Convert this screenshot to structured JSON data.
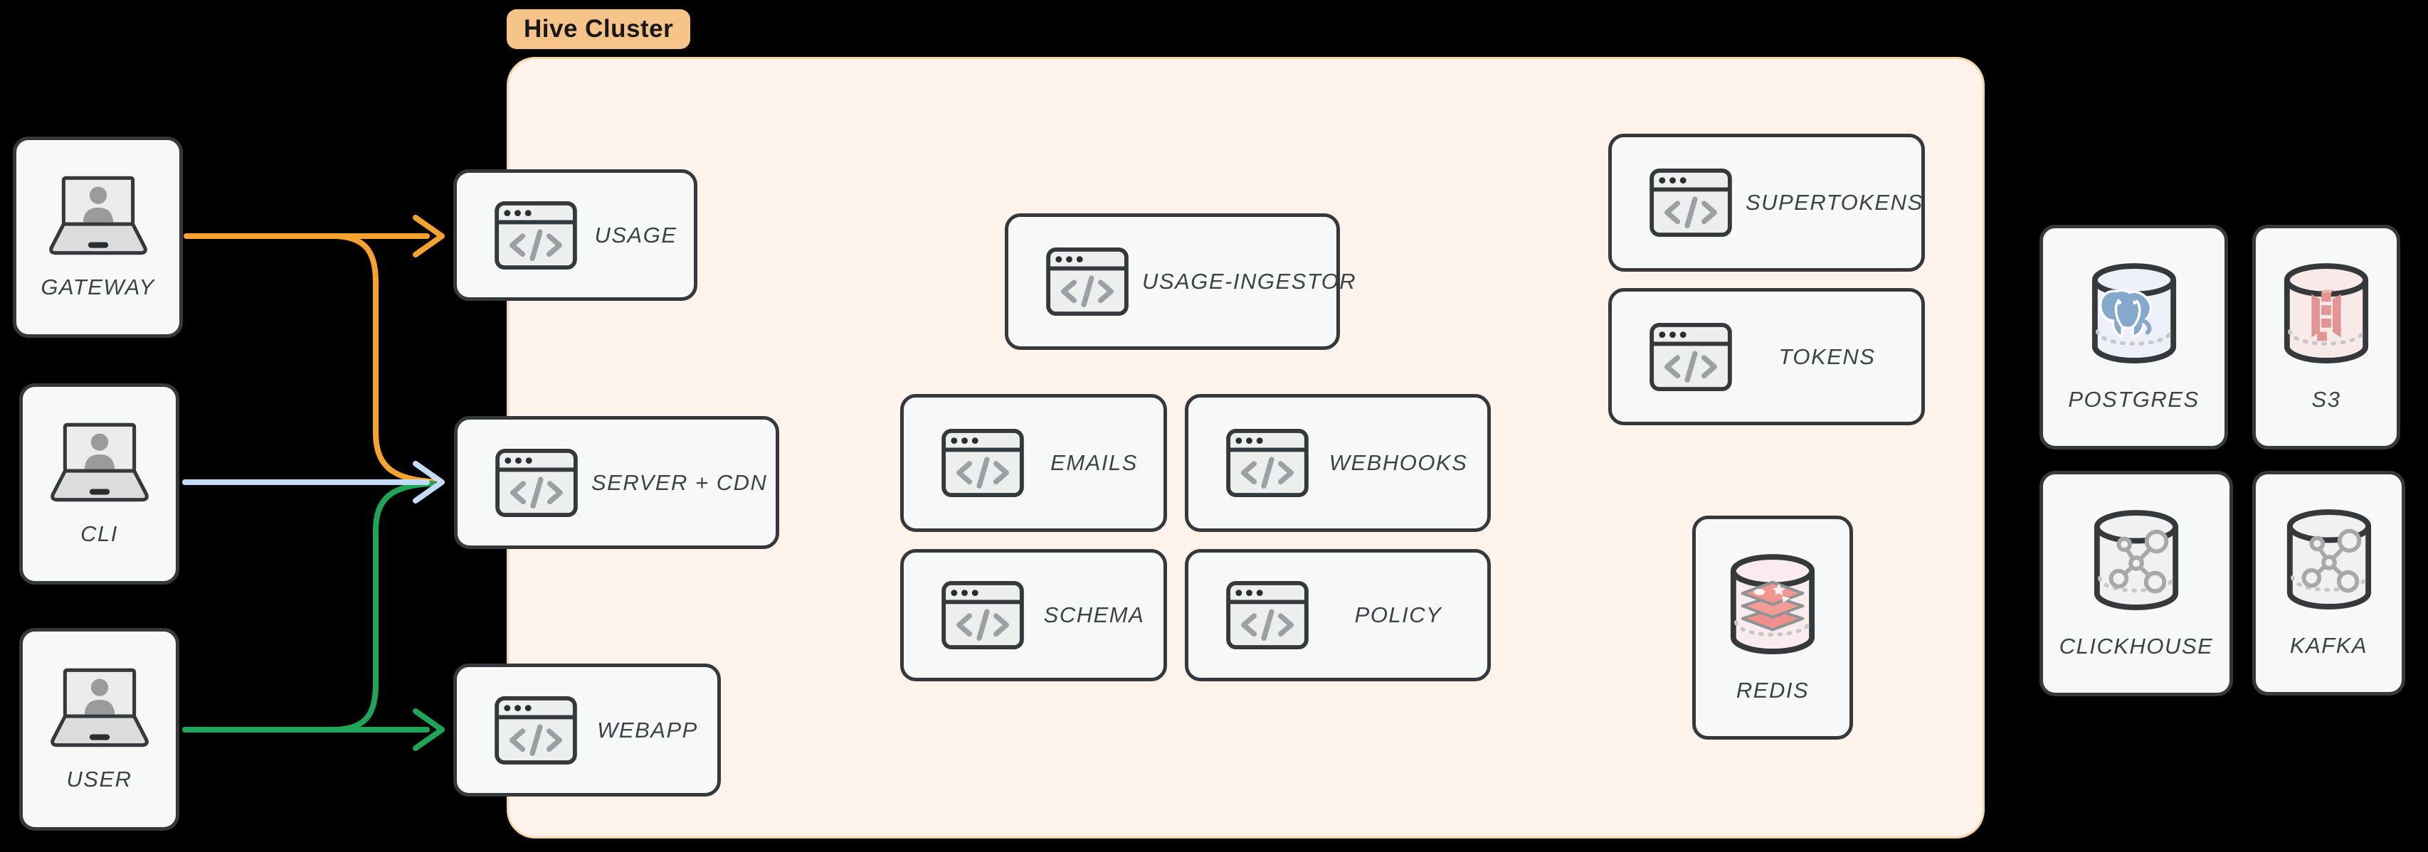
{
  "cluster": {
    "label": "Hive Cluster"
  },
  "actors": [
    {
      "label": "GATEWAY",
      "icon": "laptop-user-icon"
    },
    {
      "label": "CLI",
      "icon": "laptop-user-icon"
    },
    {
      "label": "USER",
      "icon": "laptop-user-icon"
    }
  ],
  "services": [
    {
      "label": "USAGE",
      "icon": "code-window-icon"
    },
    {
      "label": "SERVER + CDN",
      "icon": "code-window-icon"
    },
    {
      "label": "WEBAPP",
      "icon": "code-window-icon"
    },
    {
      "label": "USAGE-INGESTOR",
      "icon": "code-window-icon"
    },
    {
      "label": "EMAILS",
      "icon": "code-window-icon"
    },
    {
      "label": "WEBHOOKS",
      "icon": "code-window-icon"
    },
    {
      "label": "SCHEMA",
      "icon": "code-window-icon"
    },
    {
      "label": "POLICY",
      "icon": "code-window-icon"
    },
    {
      "label": "SUPERTOKENS",
      "icon": "code-window-icon"
    },
    {
      "label": "TOKENS",
      "icon": "code-window-icon"
    }
  ],
  "datastores": [
    {
      "label": "REDIS",
      "icon": "database-cylinder-icon",
      "logo": "redis-logo"
    },
    {
      "label": "POSTGRES",
      "icon": "database-cylinder-icon",
      "logo": "postgres-logo"
    },
    {
      "label": "S3",
      "icon": "database-cylinder-icon",
      "logo": "s3-logo"
    },
    {
      "label": "CLICKHOUSE",
      "icon": "database-cylinder-icon",
      "logo": "molecule-logo"
    },
    {
      "label": "KAFKA",
      "icon": "database-cylinder-icon",
      "logo": "molecule-logo"
    }
  ],
  "connections": [
    {
      "from": "GATEWAY",
      "to": "USAGE",
      "color": "#F6A22F"
    },
    {
      "from": "GATEWAY",
      "to": "SERVER + CDN",
      "color": "#F6A22F"
    },
    {
      "from": "CLI",
      "to": "SERVER + CDN",
      "color": "#C2DCF8"
    },
    {
      "from": "USER",
      "to": "SERVER + CDN",
      "color": "#1EA558"
    },
    {
      "from": "USER",
      "to": "WEBAPP",
      "color": "#1EA558"
    }
  ],
  "colors": {
    "background": "#000000",
    "cluster_fill": "#FDF3EA",
    "cluster_border": "#F8D5A8",
    "badge_fill": "#F6C489",
    "badge_text": "#16181A",
    "node_fill": "#F7F9F9",
    "node_border": "#35393C",
    "label_text": "#3E4347",
    "arrow_orange": "#F6A22F",
    "arrow_blue": "#C2DCF8",
    "arrow_green": "#1EA558"
  }
}
